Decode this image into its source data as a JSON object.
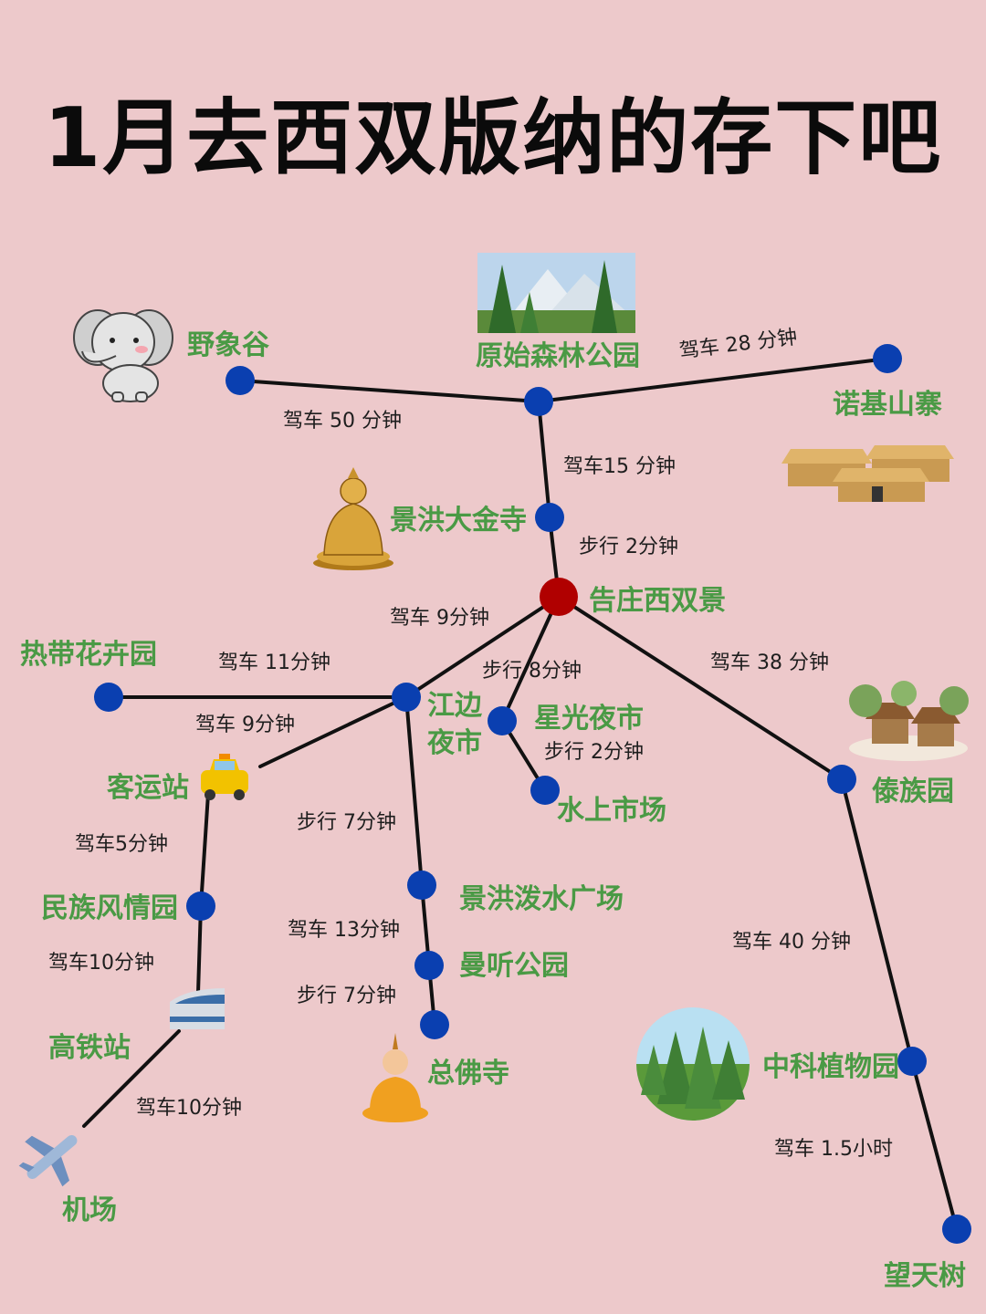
{
  "title": "1月去西双版纳的存下吧",
  "colors": {
    "background": "#edc9cb",
    "place_label": "#4a9a45",
    "stop": "#0a3fb0",
    "hub": "#b00000",
    "line": "#111111"
  },
  "places": {
    "yexianggu": "野象谷",
    "yuanshi": "原始森林公园",
    "nuoji": "诺基山寨",
    "jinghong_temple": "景洪大金寺",
    "gaozhuang": "告庄西双景",
    "redai": "热带花卉园",
    "jiangbian": "江边",
    "jiangbian2": "夜市",
    "xingguang": "星光夜市",
    "shuishang": "水上市场",
    "daizu": "傣族园",
    "keyun": "客运站",
    "minzu": "民族风情园",
    "posui": "景洪泼水广场",
    "manting": "曼听公园",
    "gaotie": "高铁站",
    "zongfo": "总佛寺",
    "zhongke": "中科植物园",
    "jichang": "机场",
    "wangtian": "望天树"
  },
  "routes": {
    "r1": "驾车 50 分钟",
    "r2": "驾车 28 分钟",
    "r3": "驾车15 分钟",
    "r4": "步行 2分钟",
    "r5": "驾车 9分钟",
    "r6": "驾车 11分钟",
    "r7": "步行 8分钟",
    "r8": "驾车 38 分钟",
    "r9": "驾车 9分钟",
    "r10": "步行 2分钟",
    "r11": "驾车5分钟",
    "r12": "步行 7分钟",
    "r13": "驾车10分钟",
    "r14": "驾车 13分钟",
    "r15": "驾车 40 分钟",
    "r16": "步行 7分钟",
    "r17": "驾车10分钟",
    "r18": "驾车 1.5小时"
  },
  "icons": [
    "elephant-icon",
    "forest-icon",
    "village-huts-icon",
    "golden-buddha-icon",
    "dai-village-icon",
    "taxi-icon",
    "high-speed-train-icon",
    "airplane-icon",
    "monk-icon",
    "botanical-garden-icon"
  ]
}
